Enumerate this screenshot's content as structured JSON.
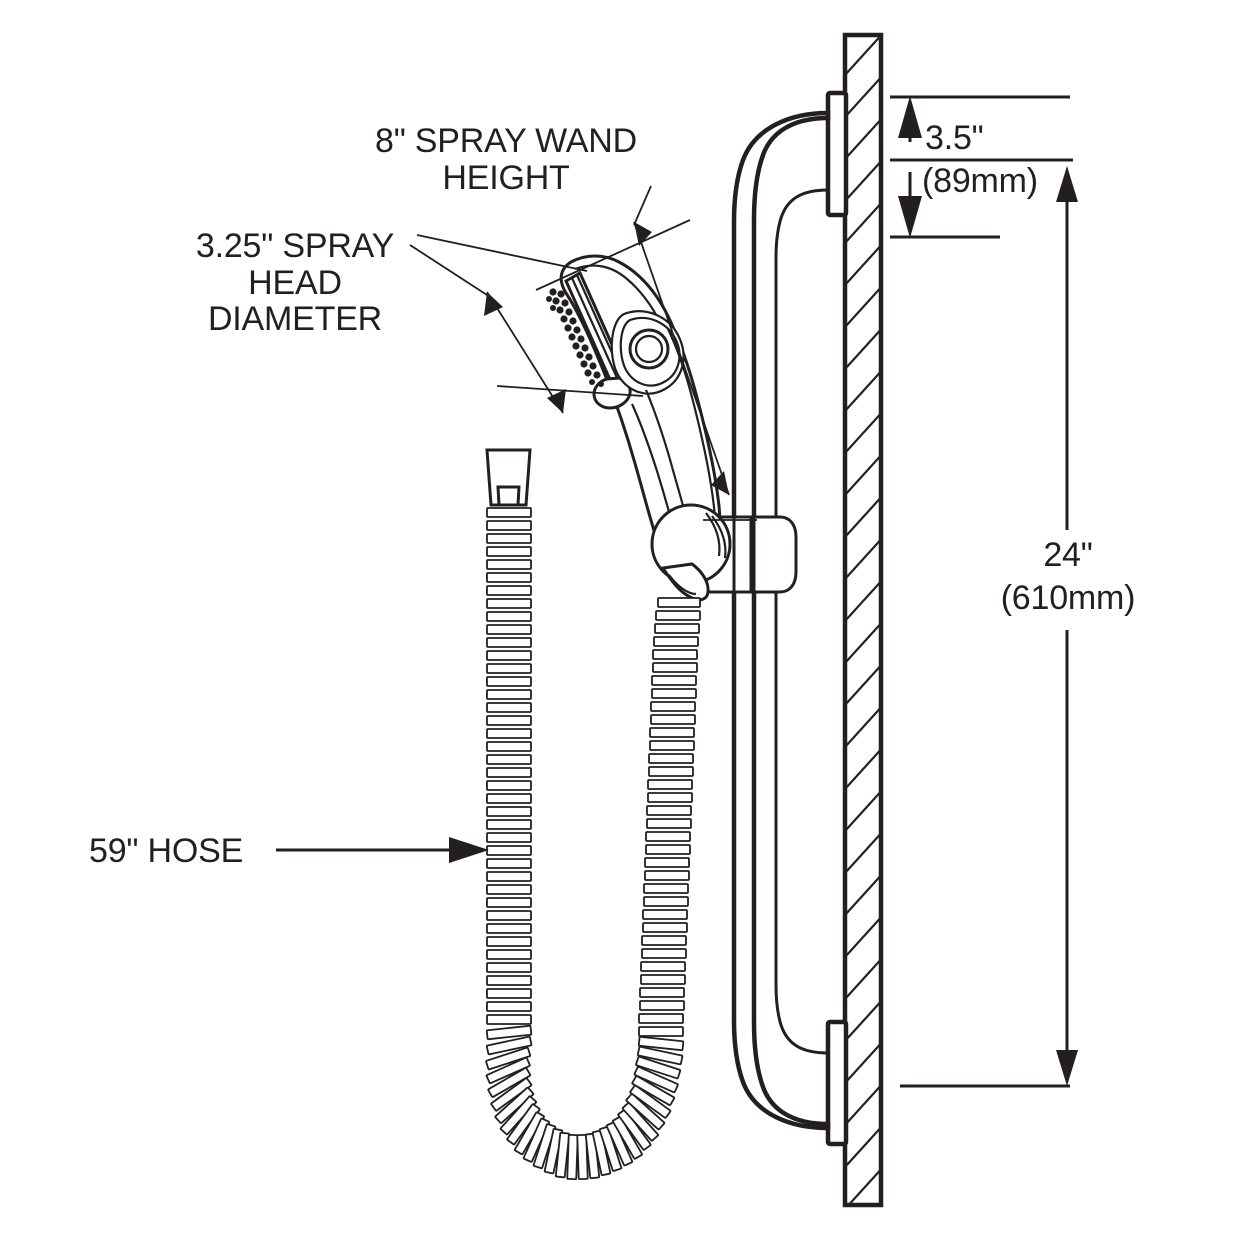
{
  "diagram": {
    "title": "Hand-held shower spray wand on wall-mounted slide/grab bar — dimensioned technical drawing",
    "background_color": "#ffffff",
    "line_color": "#231f20"
  },
  "annotations": {
    "spray_wand_height": {
      "line1": "8\" SPRAY WAND",
      "line2": "HEIGHT"
    },
    "spray_head_diameter": {
      "line1": "3.25\" SPRAY",
      "line2": "HEAD",
      "line3": "DIAMETER"
    },
    "hose": {
      "label": "59\" HOSE"
    },
    "bracket_offset": {
      "imperial": "3.5\"",
      "metric": "(89mm)"
    },
    "bar_length": {
      "imperial": "24\"",
      "metric": "(610mm)"
    }
  },
  "parts": {
    "wall": "hatched-wall-section",
    "slide_bar": "grab-bar",
    "upper_flange": "upper-wall-flange",
    "lower_flange": "lower-wall-flange",
    "slider_clamp": "slider-bracket",
    "spray_wand": "handheld-spray-wand",
    "spray_face": "nozzle-face",
    "hose": "flexible-ribbed-hose",
    "hose_connector": "hose-end-connector"
  }
}
